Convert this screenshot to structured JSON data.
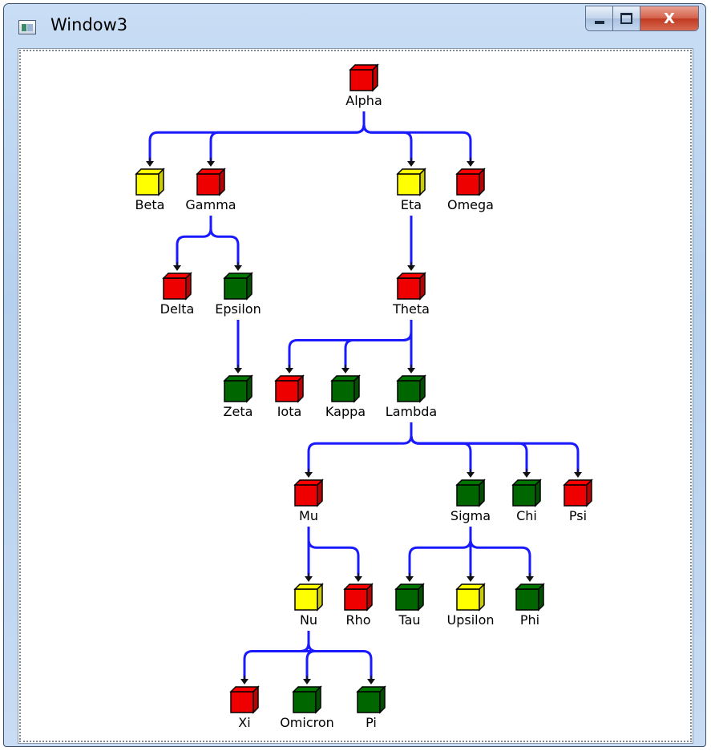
{
  "window": {
    "title": "Window3",
    "close_label": "X"
  },
  "tree": {
    "colors": {
      "red": "#ee0000",
      "yellow": "#ffff00",
      "green": "#006600",
      "connector": "#1a1aff"
    },
    "nodes": [
      {
        "id": "alpha",
        "label": "Alpha",
        "color": "red",
        "parent": null
      },
      {
        "id": "beta",
        "label": "Beta",
        "color": "yellow",
        "parent": "alpha"
      },
      {
        "id": "gamma",
        "label": "Gamma",
        "color": "red",
        "parent": "alpha"
      },
      {
        "id": "eta",
        "label": "Eta",
        "color": "yellow",
        "parent": "alpha"
      },
      {
        "id": "omega",
        "label": "Omega",
        "color": "red",
        "parent": "alpha"
      },
      {
        "id": "delta",
        "label": "Delta",
        "color": "red",
        "parent": "gamma"
      },
      {
        "id": "epsilon",
        "label": "Epsilon",
        "color": "green",
        "parent": "gamma"
      },
      {
        "id": "theta",
        "label": "Theta",
        "color": "red",
        "parent": "eta"
      },
      {
        "id": "zeta",
        "label": "Zeta",
        "color": "green",
        "parent": "epsilon"
      },
      {
        "id": "iota",
        "label": "Iota",
        "color": "red",
        "parent": "theta"
      },
      {
        "id": "kappa",
        "label": "Kappa",
        "color": "green",
        "parent": "theta"
      },
      {
        "id": "lambda",
        "label": "Lambda",
        "color": "green",
        "parent": "theta"
      },
      {
        "id": "mu",
        "label": "Mu",
        "color": "red",
        "parent": "lambda"
      },
      {
        "id": "sigma",
        "label": "Sigma",
        "color": "green",
        "parent": "lambda"
      },
      {
        "id": "chi",
        "label": "Chi",
        "color": "green",
        "parent": "lambda"
      },
      {
        "id": "psi",
        "label": "Psi",
        "color": "red",
        "parent": "lambda"
      },
      {
        "id": "nu",
        "label": "Nu",
        "color": "yellow",
        "parent": "mu"
      },
      {
        "id": "rho",
        "label": "Rho",
        "color": "red",
        "parent": "mu"
      },
      {
        "id": "tau",
        "label": "Tau",
        "color": "green",
        "parent": "sigma"
      },
      {
        "id": "upsilon",
        "label": "Upsilon",
        "color": "yellow",
        "parent": "sigma"
      },
      {
        "id": "phi",
        "label": "Phi",
        "color": "green",
        "parent": "sigma"
      },
      {
        "id": "xi",
        "label": "Xi",
        "color": "red",
        "parent": "nu"
      },
      {
        "id": "omicron",
        "label": "Omicron",
        "color": "green",
        "parent": "nu"
      },
      {
        "id": "pi",
        "label": "Pi",
        "color": "green",
        "parent": "nu"
      }
    ]
  }
}
